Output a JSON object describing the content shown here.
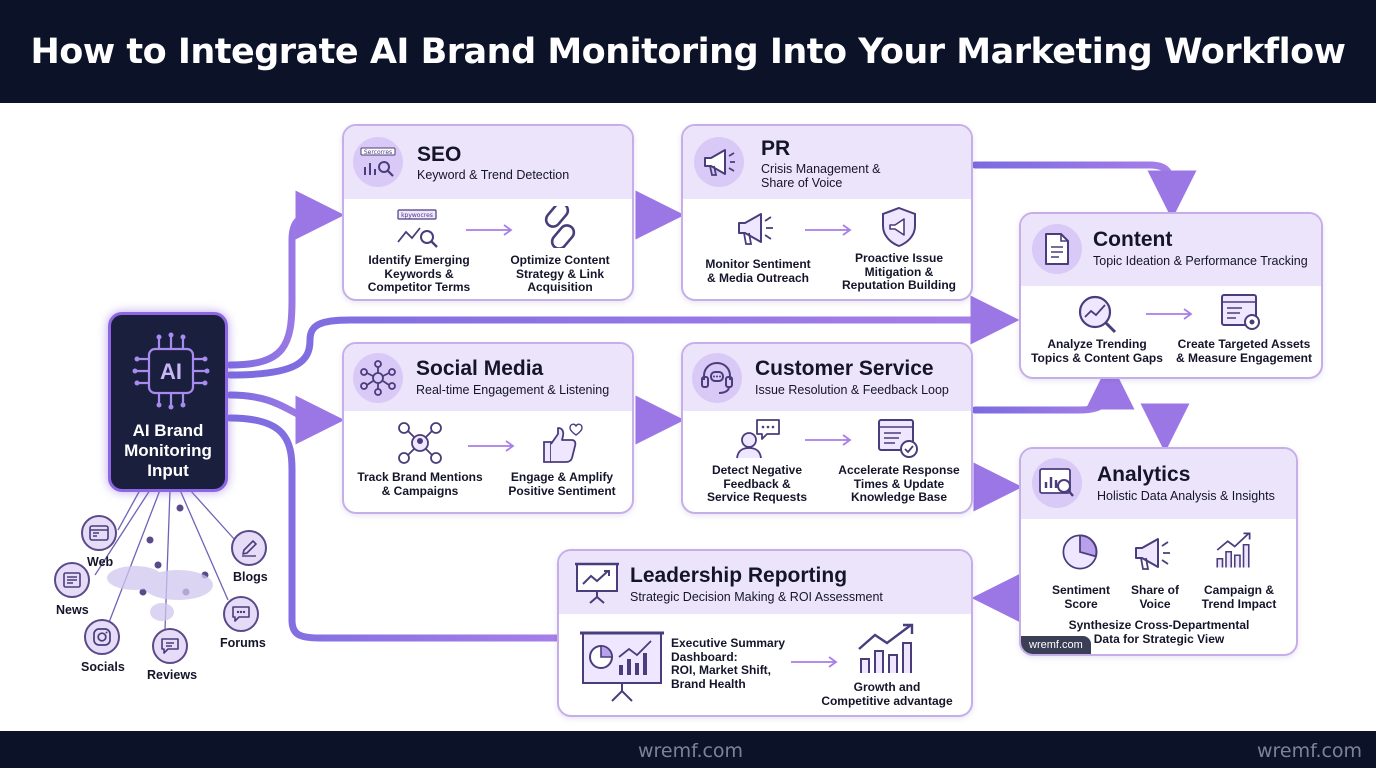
{
  "title": "How to Integrate AI Brand Monitoring Into Your Marketing Workflow",
  "watermark_center": "wremf.com",
  "watermark_right": "wremf.com",
  "hub": {
    "chip": "AI",
    "label_lines": [
      "AI Brand",
      "Monitoring",
      "Input"
    ]
  },
  "sources": [
    "Web",
    "News",
    "Socials",
    "Reviews",
    "Forums",
    "Blogs"
  ],
  "seo": {
    "title": "SEO",
    "subtitle": "Keyword & Trend Detection",
    "icon_tag": "Sercorres",
    "step_icon_tag": "kpywocres",
    "step1": [
      "Identify Emerging",
      "Keywords &",
      "Competitor Terms"
    ],
    "step2": [
      "Optimize Content",
      "Strategy & Link",
      "Acquisition"
    ]
  },
  "pr": {
    "title": "PR",
    "subtitle": [
      "Crisis Management &",
      "Share of Voice"
    ],
    "step1": [
      "Monitor Sentiment",
      "& Media Outreach"
    ],
    "step2": [
      "Proactive Issue",
      "Mitigation &",
      "Reputation Building"
    ]
  },
  "content": {
    "title": "Content",
    "subtitle": "Topic Ideation & Performance Tracking",
    "step1": [
      "Analyze Trending",
      "Topics & Content Gaps"
    ],
    "step2": [
      "Create Targeted Assets",
      "& Measure Engagement"
    ]
  },
  "social": {
    "title": "Social Media",
    "subtitle": "Real-time Engagement & Listening",
    "step1": [
      "Track Brand Mentions",
      "& Campaigns"
    ],
    "step2": [
      "Engage & Amplify",
      "Positive Sentiment"
    ]
  },
  "cs": {
    "title": "Customer Service",
    "subtitle": "Issue Resolution & Feedback Loop",
    "step1": [
      "Detect Negative",
      "Feedback &",
      "Service Requests"
    ],
    "step2": [
      "Accelerate Response",
      "Times & Update",
      "Knowledge Base"
    ]
  },
  "analytics": {
    "title": "Analytics",
    "subtitle": "Holistic Data Analysis & Insights",
    "items": [
      [
        "Sentiment",
        "Score"
      ],
      [
        "Share of",
        "Voice"
      ],
      [
        "Campaign &",
        "Trend Impact"
      ]
    ],
    "summary": [
      "Synthesize Cross-Departmental",
      "Data for Strategic View"
    ],
    "badge": "wremf.com"
  },
  "leader": {
    "title": "Leadership Reporting",
    "subtitle": "Strategic Decision Making & ROI Assessment",
    "step1": [
      "Executive Summary",
      "Dashboard:",
      "ROI, Market Shift,",
      "Brand Health"
    ],
    "step2": [
      "Growth and",
      "Competitive advantage"
    ]
  },
  "colors": {
    "navy": "#0c1329",
    "accent": "#8d66e3",
    "card_header": "#ece4fb",
    "card_border": "#c6aee9",
    "icon_stroke": "#4a3d7c"
  }
}
